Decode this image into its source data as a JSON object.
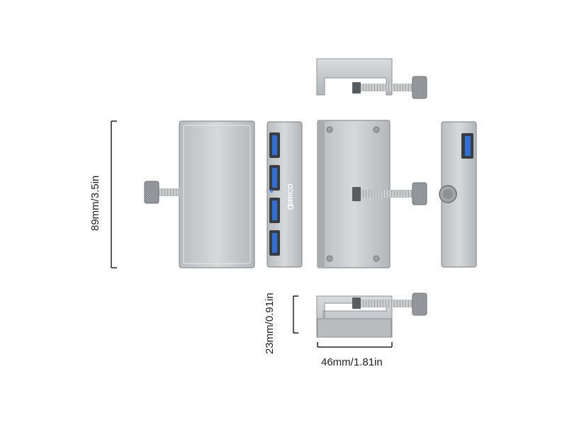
{
  "dimensions": {
    "height_label": "89mm/3.5in",
    "depth_label": "23mm/0.91in",
    "width_label": "46mm/1.81in"
  },
  "brand": {
    "logo_text": "ORICO"
  },
  "colors": {
    "aluminum": "#c8cacc",
    "aluminum_dark": "#9ea1a4",
    "usb_blue": "#2f6fd6",
    "line": "#222222"
  }
}
